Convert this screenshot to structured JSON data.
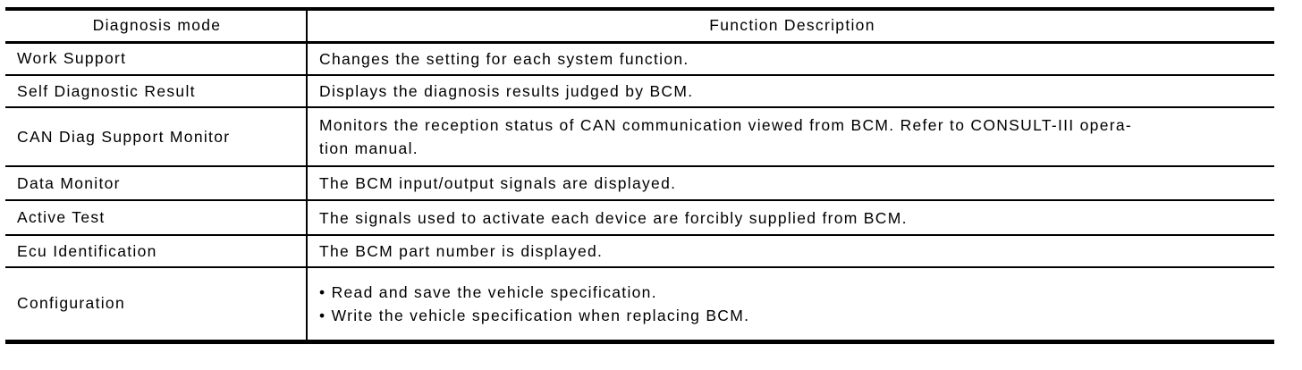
{
  "table": {
    "headers": {
      "mode": "Diagnosis mode",
      "description": "Function Description"
    },
    "rows": [
      {
        "mode": "Work Support",
        "description": "Changes the setting for each system function."
      },
      {
        "mode": "Self Diagnostic Result",
        "description": "Displays the diagnosis results judged by BCM."
      },
      {
        "mode": "CAN Diag Support Monitor",
        "description": "Monitors the reception status of CAN communication viewed from BCM. Refer to CONSULT-III opera-\ntion manual."
      },
      {
        "mode": "Data Monitor",
        "description": "The BCM input/output signals are displayed."
      },
      {
        "mode": "Active Test",
        "description": "The signals used to activate each device are forcibly supplied from BCM."
      },
      {
        "mode": "Ecu Identification",
        "description": "The BCM part number is displayed."
      },
      {
        "mode": "Configuration",
        "description": "•  Read and save the vehicle specification.\n•  Write the vehicle specification when replacing BCM."
      }
    ],
    "colors": {
      "border": "#000000",
      "text": "#000000",
      "background": "#ffffff"
    }
  }
}
